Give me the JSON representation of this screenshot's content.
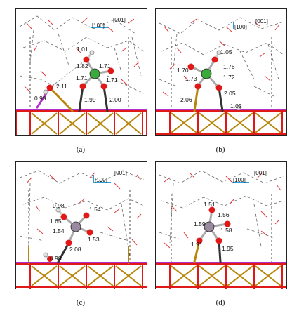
{
  "colors": {
    "oxygen": "#e01818",
    "hydrogen": "#d8d8d8",
    "titanium_bond": "#b8860b",
    "aluminum": "#b030c8",
    "water_net": "#e03a3a",
    "hbond": "#555555",
    "p_atom_ab": "#3aaa3a",
    "p_atom_cd": "#9a8aa0",
    "axis": "#2a9fd8"
  },
  "panels": [
    {
      "label": "(a)",
      "direction_a": "[100]",
      "direction_b": "[001]",
      "distances": [
        "1.01",
        "1.82",
        "1.71",
        "1.71",
        "1.71",
        "2.11",
        "0.99",
        "1.99",
        "2.00"
      ]
    },
    {
      "label": "(b)",
      "direction_a": "[100]",
      "direction_b": "[001]",
      "distances": [
        "1.05",
        "1.76",
        "1.70",
        "1.73",
        "1.72",
        "2.05",
        "2.06",
        "1.02"
      ]
    },
    {
      "label": "(c)",
      "direction_a": "[100]",
      "direction_b": "[001]",
      "distances": [
        "0.98",
        "1.54",
        "1.65",
        "1.54",
        "1.53",
        "2.08",
        "0.98"
      ]
    },
    {
      "label": "(d)",
      "direction_a": "[100]",
      "direction_b": "[001]",
      "distances": [
        "1.51",
        "1.56",
        "1.59",
        "1.58",
        "1.91",
        "1.95"
      ]
    }
  ]
}
